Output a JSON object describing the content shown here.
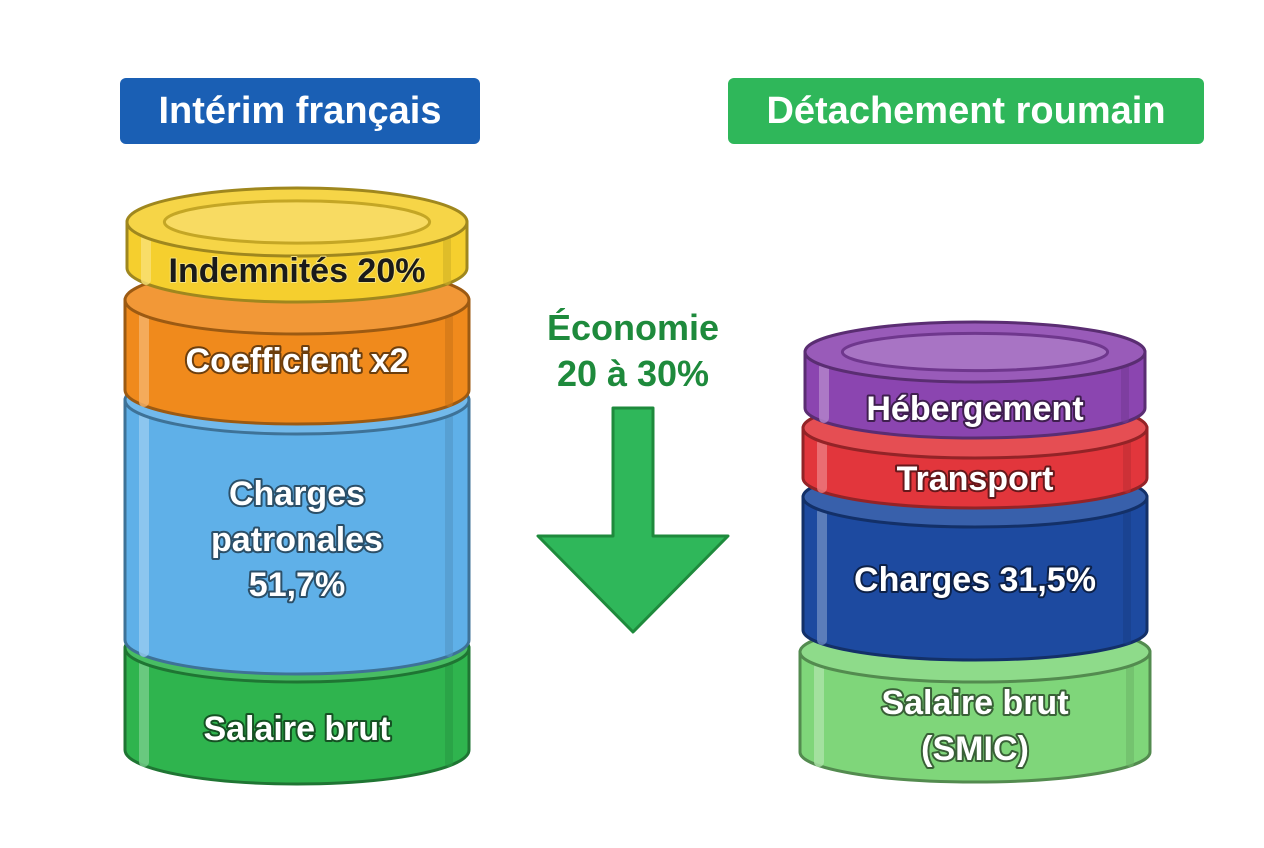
{
  "titles": {
    "left": "Intérim français",
    "right": "Détachement roumain"
  },
  "savings": {
    "line1": "Économie",
    "line2": "20 à 30%",
    "color": "#1e8a3c",
    "arrow_color": "#2fb75a"
  },
  "stacks": {
    "left": {
      "segments": [
        {
          "id": "indemnites",
          "lines": [
            "Indemnités 20%"
          ],
          "color": "#f5cf2e",
          "text_color": "#1a1a1a"
        },
        {
          "id": "coefficient",
          "lines": [
            "Coefficient x2"
          ],
          "color": "#f08a1c",
          "text_color": "#ffffff"
        },
        {
          "id": "charges-patronales",
          "lines": [
            "Charges",
            "patronales",
            "51,7%"
          ],
          "color": "#5fb0e8",
          "text_color": "#ffffff"
        },
        {
          "id": "salaire-brut",
          "lines": [
            "Salaire brut"
          ],
          "color": "#2fb44e",
          "text_color": "#ffffff"
        }
      ]
    },
    "right": {
      "segments": [
        {
          "id": "hebergement",
          "lines": [
            "Hébergement"
          ],
          "color": "#8b45b0",
          "text_color": "#ffffff"
        },
        {
          "id": "transport",
          "lines": [
            "Transport"
          ],
          "color": "#e2363c",
          "text_color": "#ffffff"
        },
        {
          "id": "charges",
          "lines": [
            "Charges 31,5%"
          ],
          "color": "#1d4aa0",
          "text_color": "#ffffff"
        },
        {
          "id": "salaire-brut-smic",
          "lines": [
            "Salaire brut",
            "(SMIC)"
          ],
          "color": "#7fd67a",
          "text_color": "#ffffff"
        }
      ]
    }
  }
}
